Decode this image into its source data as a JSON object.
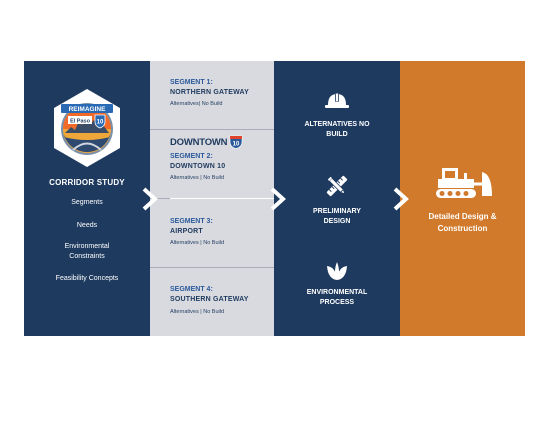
{
  "corridor": {
    "badge": {
      "banner_text": "REIMAGINE",
      "city_text": "El Paso",
      "route_number": "10"
    },
    "title": "CORRIDOR STUDY",
    "items": [
      "Segments",
      "Needs",
      "Environmental Constraints",
      "Feasibility Concepts"
    ]
  },
  "segments": [
    {
      "label": "SEGMENT 1:",
      "name": "NORTHERN GATEWAY",
      "options": "Alternatives| No Build"
    },
    {
      "logo_word": "DOWNTOWN",
      "logo_number": "10",
      "label": "SEGMENT 2:",
      "name": "DOWNTOWN 10",
      "options": "Alternatives | No Build"
    },
    {
      "label": "SEGMENT 3:",
      "name": "AIRPORT",
      "options": "Alternatives | No Build"
    },
    {
      "label": "SEGMENT 4:",
      "name": "SOUTHERN GATEWAY",
      "options": "Alternatives | No Build"
    }
  ],
  "process": [
    {
      "icon": "hard-hat-icon",
      "label": "ALTERNATIVES NO BUILD"
    },
    {
      "icon": "pencil-ruler-icon",
      "label": "PRELIMINARY DESIGN"
    },
    {
      "icon": "leaves-icon",
      "label": "ENVIRONMENTAL PROCESS"
    }
  ],
  "final": {
    "icon": "bulldozer-icon",
    "label": "Detailed Design & Construction"
  },
  "colors": {
    "navy": "#1e3a5f",
    "gray": "#d9dadf",
    "orange": "#d27a2b",
    "blue_text": "#2a5a9b"
  }
}
